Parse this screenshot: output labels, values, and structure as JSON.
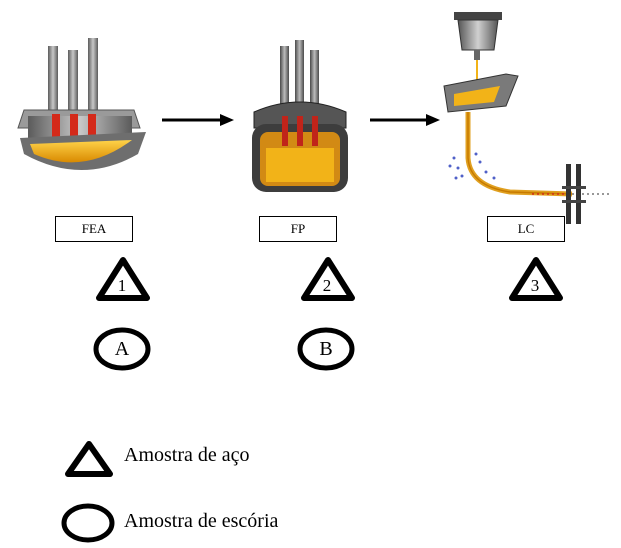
{
  "stages": [
    {
      "label": "FEA",
      "steel_sample": "1",
      "slag_sample": "A"
    },
    {
      "label": "FP",
      "steel_sample": "2",
      "slag_sample": "B"
    },
    {
      "label": "LC",
      "steel_sample": "3"
    }
  ],
  "legend": {
    "steel": "Amostra de aço",
    "slag": "Amostra de escória"
  },
  "icons": [
    "electric-arc-furnace-icon",
    "ladle-furnace-icon",
    "continuous-casting-icon",
    "arrow-right-icon",
    "triangle-marker-icon",
    "circle-marker-icon"
  ],
  "colors": {
    "molten": "#f2b318",
    "electrode_glow": "#d42a1a",
    "vessel": "#6e6e6e"
  }
}
